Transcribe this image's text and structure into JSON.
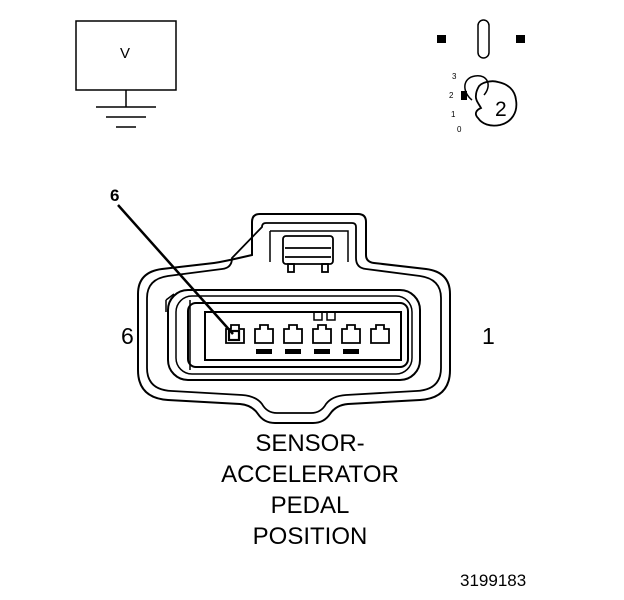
{
  "voltmeter": {
    "label": "V"
  },
  "key_switch": {
    "positions": [
      "3",
      "2",
      "1",
      "0"
    ],
    "selected": "2"
  },
  "connector": {
    "callout_pin": "6",
    "left_end_label": "6",
    "right_end_label": "1",
    "caption_lines": [
      "SENSOR-",
      "ACCELERATOR",
      "PEDAL",
      "POSITION"
    ]
  },
  "figure_number": "3199183",
  "colors": {
    "ink": "#000000",
    "background": "#ffffff"
  }
}
